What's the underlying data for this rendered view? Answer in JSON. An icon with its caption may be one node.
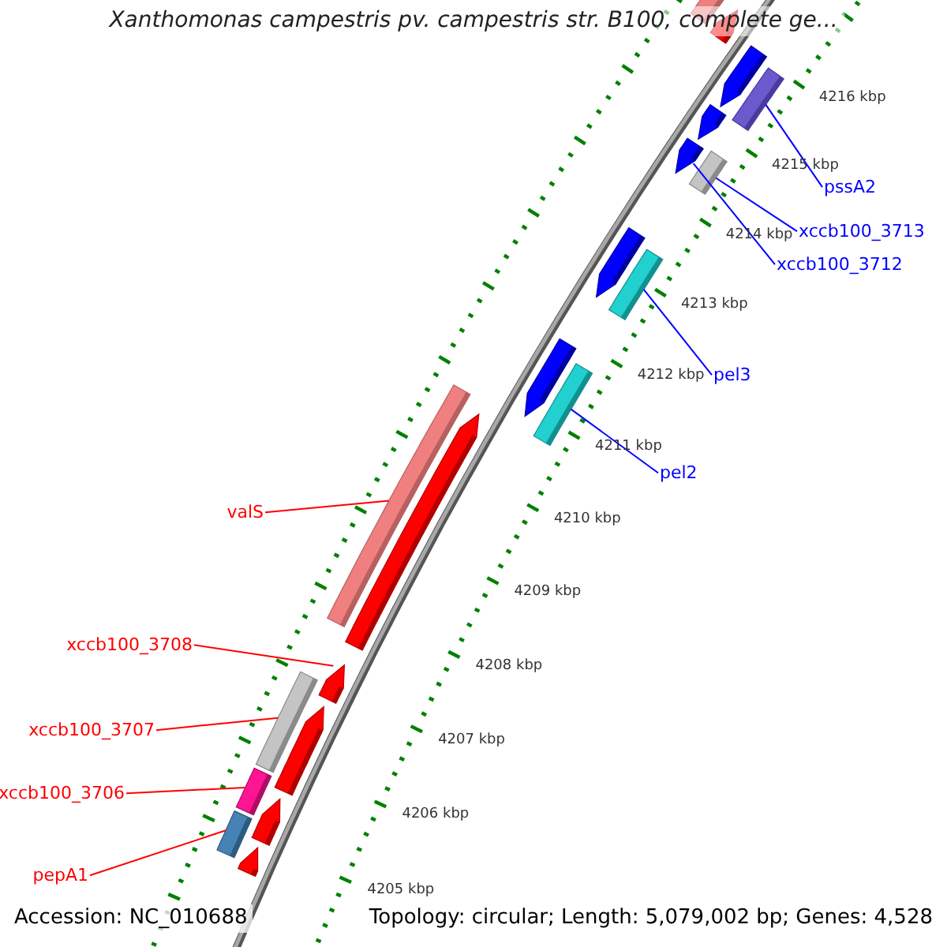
{
  "diagram": {
    "title": "Xanthomonas campestris pv. campestris str. B100, complete ge...",
    "nodes": [
      {
        "text": [
          "pssA2"
        ]
      },
      {
        "text": [
          "xccb100_3713"
        ]
      },
      {
        "text": [
          "xccb100_3712"
        ]
      },
      {
        "text": [
          "pel3"
        ]
      },
      {
        "text": [
          "pel2"
        ]
      },
      {
        "text": [
          "valS"
        ]
      },
      {
        "text": [
          "xccb100_3708"
        ]
      },
      {
        "text": [
          "xccb100_3707"
        ]
      },
      {
        "text": [
          "xccb100_3706"
        ]
      },
      {
        "text": [
          "pepA1"
        ]
      },
      {
        "text": [],
        "shape": "bar"
      },
      {
        "text": [],
        "shape": "pentagon"
      },
      {
        "text": [],
        "shape": "pentagon"
      },
      {
        "text": [],
        "shape": "bar"
      },
      {
        "text": [],
        "shape": "pentagon"
      },
      {
        "text": [],
        "shape": "pentagon"
      },
      {
        "text": [],
        "shape": "bar"
      },
      {
        "text": [],
        "shape": "pentagon"
      },
      {
        "text": [],
        "shape": "bar"
      },
      {
        "text": [],
        "shape": "pentagon"
      },
      {
        "text": [],
        "shape": "bar"
      },
      {
        "text": [],
        "shape": "bar"
      },
      {
        "text": [],
        "shape": "pentagon"
      },
      {
        "text": [],
        "shape": "pentagon"
      },
      {
        "text": [],
        "shape": "bar"
      },
      {
        "text": [],
        "shape": "pentagon"
      },
      {
        "text": [],
        "shape": "bar"
      },
      {
        "text": [],
        "shape": "pentagon"
      },
      {
        "text": [],
        "shape": "bar"
      },
      {
        "text": [],
        "shape": "pentagon"
      }
    ],
    "edges": [
      {
        "from": 0,
        "to": 13,
        "arrow": "none",
        "color": "#0000ff"
      },
      {
        "from": 1,
        "to": 16,
        "arrow": "none",
        "color": "#0000ff"
      },
      {
        "from": 2,
        "to": 15,
        "arrow": "none",
        "color": "#0000ff"
      },
      {
        "from": 3,
        "to": 18,
        "arrow": "none",
        "color": "#0000ff"
      },
      {
        "from": 4,
        "to": 20,
        "arrow": "none",
        "color": "#0000ff"
      },
      {
        "from": 5,
        "to": 21,
        "arrow": "none",
        "color": "#ff0000"
      },
      {
        "from": 6,
        "to": 23,
        "arrow": "none",
        "color": "#ff0000"
      },
      {
        "from": 7,
        "to": 24,
        "arrow": "none",
        "color": "#ff0000"
      },
      {
        "from": 8,
        "to": 26,
        "arrow": "none",
        "color": "#ff0000"
      },
      {
        "from": 9,
        "to": 28,
        "arrow": "none",
        "color": "#ff0000"
      }
    ],
    "labels": [
      "4216 kbp",
      "4215 kbp",
      "4214 kbp",
      "4213 kbp",
      "4212 kbp",
      "4211 kbp",
      "4210 kbp",
      "4209 kbp",
      "4208 kbp",
      "4207 kbp",
      "4206 kbp",
      "4205 kbp",
      "Accession: NC_010688",
      "Topology: circular; Length: 5,079,002 bp; Genes: 4,528"
    ]
  }
}
